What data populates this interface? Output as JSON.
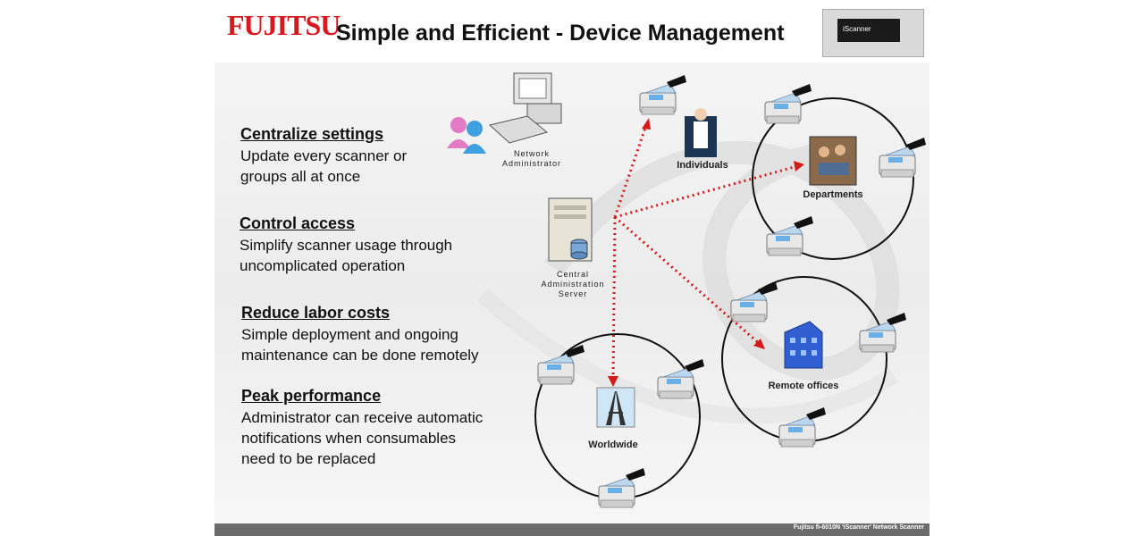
{
  "header": {
    "logo_text": "FUJITSU",
    "title": "Simple and Efficient - Device Management",
    "scanner_screen_text": "iScanner"
  },
  "bullets": [
    {
      "heading": "Centralize settings",
      "lines": [
        "Update every scanner or",
        "groups all at once"
      ]
    },
    {
      "heading": "Control access",
      "lines": [
        "Simplify scanner usage through",
        "uncomplicated operation"
      ]
    },
    {
      "heading": "Reduce labor costs",
      "lines": [
        "Simple deployment and ongoing",
        "maintenance can be done remotely"
      ]
    },
    {
      "heading": "Peak performance",
      "lines": [
        "Administrator can receive automatic",
        "notifications when consumables",
        "need to be replaced"
      ]
    }
  ],
  "diagram": {
    "network_admin": [
      "Network",
      "Administrator"
    ],
    "server": [
      "Central",
      "Administration",
      "Server"
    ],
    "individuals": "Individuals",
    "departments": "Departments",
    "remote_offices": "Remote offices",
    "worldwide": "Worldwide"
  },
  "footer": {
    "text": "Fujitsu fi-6010N 'iScanner' Network Scanner"
  },
  "colors": {
    "brand_red": "#d7191f",
    "arrow_red": "#d61a1a"
  }
}
